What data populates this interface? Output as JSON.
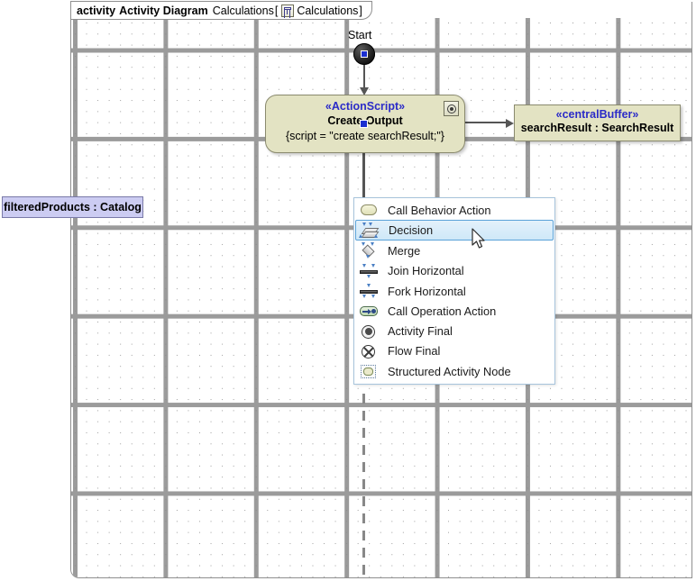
{
  "frame": {
    "keyword": "activity",
    "diagram_type": "Activity Diagram",
    "diagram_name": "Calculations",
    "bracket_open": "[",
    "bracket_close": "]",
    "owner_icon": "activity-diagram-icon",
    "owner_name": "Calculations"
  },
  "nodes": {
    "start": {
      "label": "Start",
      "icon": "initial-node-icon"
    },
    "action": {
      "stereotype": "«ActionScript»",
      "name": "Create Output",
      "constraint": "{script = \"create searchResult;\"}",
      "badge_icon": "action-behavior-icon",
      "fill": "#e3e3c3",
      "border": "#8a8a6e",
      "stereotype_color": "#2b2bc8"
    },
    "buffer": {
      "stereotype": "«centralBuffer»",
      "name": "searchResult : SearchResult",
      "fill": "#e3e3c3",
      "border": "#8a8a6e",
      "stereotype_color": "#2b2bc8"
    },
    "pin": {
      "name": "filteredProducts : Catalog",
      "fill": "#ccccf2",
      "border": "#7a7aa8"
    }
  },
  "popup_menu": {
    "selected_index": 1,
    "selection_fill": "#cfe8f8",
    "selection_border": "#5aa2d8",
    "border": "#a7c4dc",
    "items": [
      {
        "label": "Call Behavior Action",
        "icon": "call-behavior-action-icon"
      },
      {
        "label": "Decision",
        "icon": "decision-node-icon"
      },
      {
        "label": "Merge",
        "icon": "merge-node-icon"
      },
      {
        "label": "Join Horizontal",
        "icon": "join-horizontal-icon"
      },
      {
        "label": "Fork Horizontal",
        "icon": "fork-horizontal-icon"
      },
      {
        "label": "Call Operation Action",
        "icon": "call-operation-action-icon"
      },
      {
        "label": "Activity Final",
        "icon": "activity-final-icon"
      },
      {
        "label": "Flow Final",
        "icon": "flow-final-icon"
      },
      {
        "label": "Structured Activity Node",
        "icon": "structured-activity-node-icon"
      }
    ]
  },
  "cursor": {
    "icon": "mouse-pointer-icon"
  }
}
